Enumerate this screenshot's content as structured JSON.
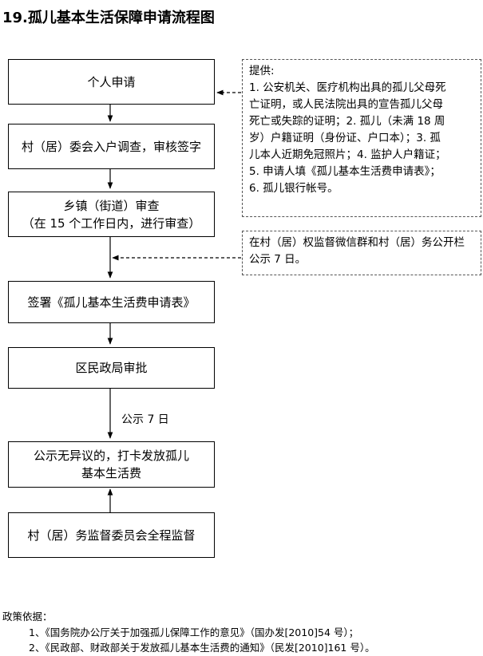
{
  "title": "19.孤儿基本生活保障申请流程图",
  "steps": [
    {
      "lines": [
        "个人申请"
      ]
    },
    {
      "lines": [
        "村（居）委会入户调查，审核签字"
      ]
    },
    {
      "lines": [
        "乡镇（街道）审查",
        "（在 15 个工作日内，进行审查）"
      ]
    },
    {
      "lines": [
        "签署《孤儿基本生活费申请表》"
      ]
    },
    {
      "lines": [
        "区民政局审批"
      ]
    },
    {
      "lines": [
        "公示无异议的，打卡发放孤儿",
        "基本生活费"
      ]
    },
    {
      "lines": [
        "村（居）务监督委员会全程监督"
      ]
    }
  ],
  "notes": [
    {
      "lines": [
        "提供:",
        "1. 公安机关、医疗机构出具的孤儿父母死",
        "亡证明，或人民法院出具的宣告孤儿父母",
        "死亡或失踪的证明；2. 孤儿（未满 18 周",
        "岁）户籍证明（身份证、户口本）；3. 孤",
        "儿本人近期免冠照片；4. 监护人户籍证；",
        "5. 申请人填《孤儿基本生活费申请表》；",
        "6. 孤儿银行帐号。"
      ]
    },
    {
      "lines": [
        "在村（居）权监督微信群和村（居）务公开栏",
        "公示 7 日。"
      ]
    }
  ],
  "edge_label": "公示 7 日",
  "policy": {
    "heading": "政策依据：",
    "items": [
      "1、《国务院办公厅关于加强孤儿保障工作的意见》（国办发[2010]54 号）；",
      "2、《民政部、财政部关于发放孤儿基本生活费的通知》（民发[2010]161 号）。"
    ]
  }
}
